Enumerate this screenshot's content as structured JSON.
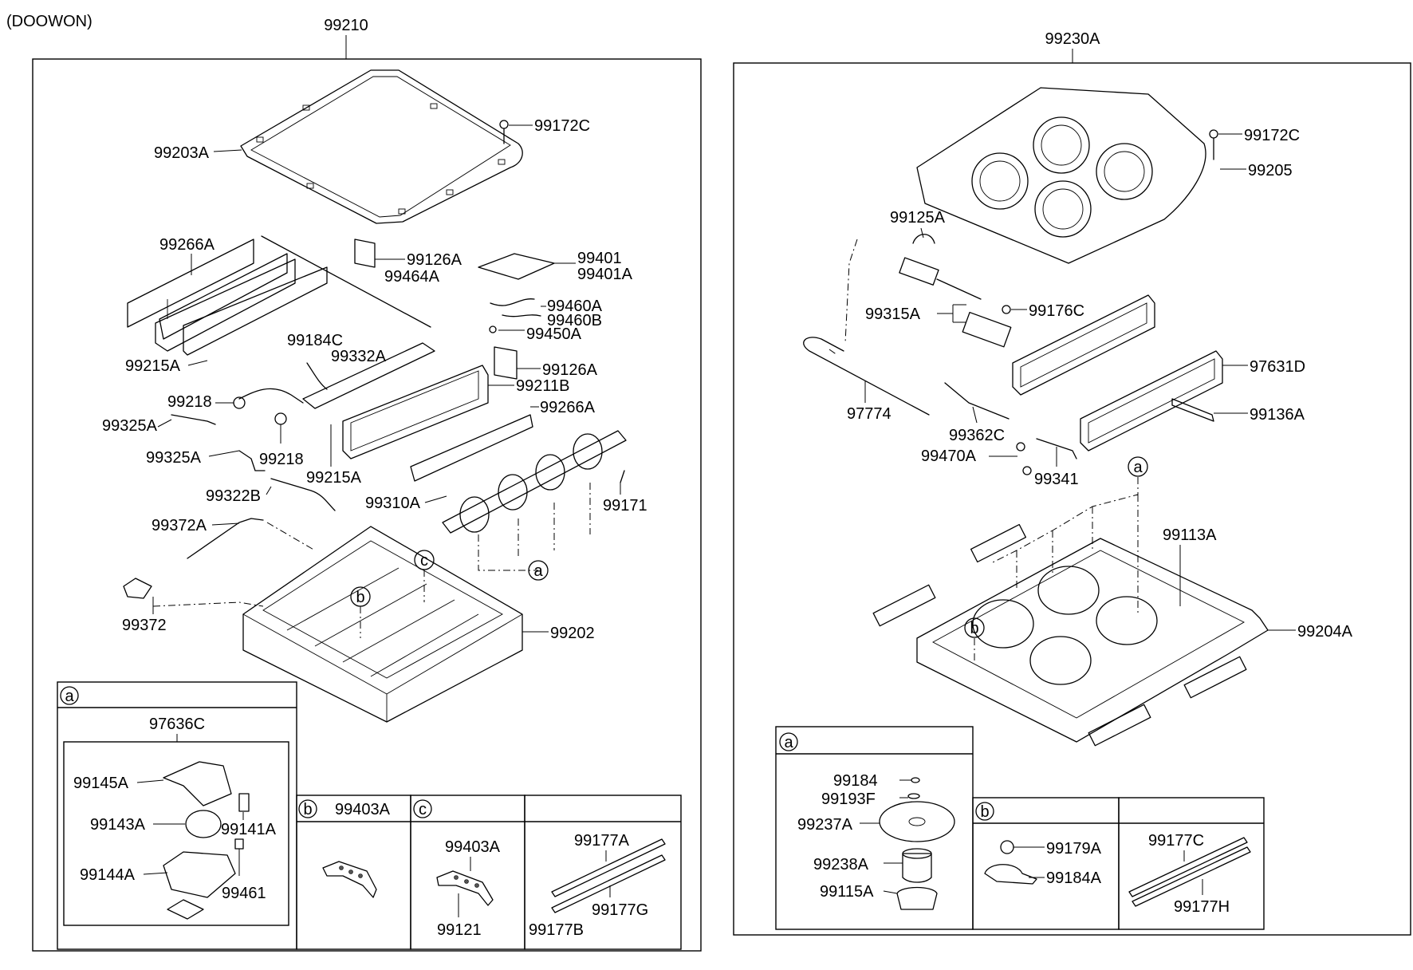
{
  "supplier": "(DOOWON)",
  "left_assembly": {
    "number": "99210",
    "labels": {
      "l99203A": "99203A",
      "l99172C": "99172C",
      "l99266A_top": "99266A",
      "l99126A_top": "99126A",
      "l99464A": "99464A",
      "l99401": "99401",
      "l99401A": "99401A",
      "l99460A": "99460A",
      "l99460B": "99460B",
      "l99450A": "99450A",
      "l99184C": "99184C",
      "l99332A": "99332A",
      "l99215A_top": "99215A",
      "l99126A_mid": "99126A",
      "l99211B": "99211B",
      "l99218_a": "99218",
      "l99325A_a": "99325A",
      "l99266A_mid": "99266A",
      "l99325A_b": "99325A",
      "l99218_b": "99218",
      "l99215A_mid": "99215A",
      "l99322B": "99322B",
      "l99310A": "99310A",
      "l99171": "99171",
      "l99372A": "99372A",
      "l99202": "99202",
      "l99372": "99372",
      "ref_a": "a",
      "ref_b": "b",
      "ref_c": "c"
    }
  },
  "right_assembly": {
    "number": "99230A",
    "labels": {
      "r99172C": "99172C",
      "r99205": "99205",
      "r99125A": "99125A",
      "r99315A": "99315A",
      "r99176C": "99176C",
      "r97631D": "97631D",
      "r97774": "97774",
      "r99136A": "99136A",
      "r99362C": "99362C",
      "r99470A": "99470A",
      "r99341": "99341",
      "r99113A": "99113A",
      "r99204A": "99204A",
      "ref_a": "a",
      "ref_b": "b"
    }
  },
  "left_detail_a": {
    "tag": "a",
    "group": "97636C",
    "labels": {
      "d99145A": "99145A",
      "d99143A": "99143A",
      "d99141A": "99141A",
      "d99144A": "99144A",
      "d99461": "99461"
    }
  },
  "left_detail_b": {
    "tag": "b",
    "part": "99403A"
  },
  "left_detail_c": {
    "tag": "c",
    "labels": {
      "c99403A": "99403A",
      "c99121": "99121"
    }
  },
  "left_detail_strip": {
    "labels": {
      "s99177A": "99177A",
      "s99177G": "99177G",
      "s99177B": "99177B"
    }
  },
  "right_detail_a": {
    "tag": "a",
    "labels": {
      "ra99184": "99184",
      "ra99193F": "99193F",
      "ra99237A": "99237A",
      "ra99238A": "99238A",
      "ra99115A": "99115A"
    }
  },
  "right_detail_b": {
    "tag": "b",
    "labels": {
      "rb99179A": "99179A",
      "rb99184A": "99184A"
    }
  },
  "right_detail_strip": {
    "labels": {
      "rs99177C": "99177C",
      "rs99177H": "99177H"
    }
  }
}
